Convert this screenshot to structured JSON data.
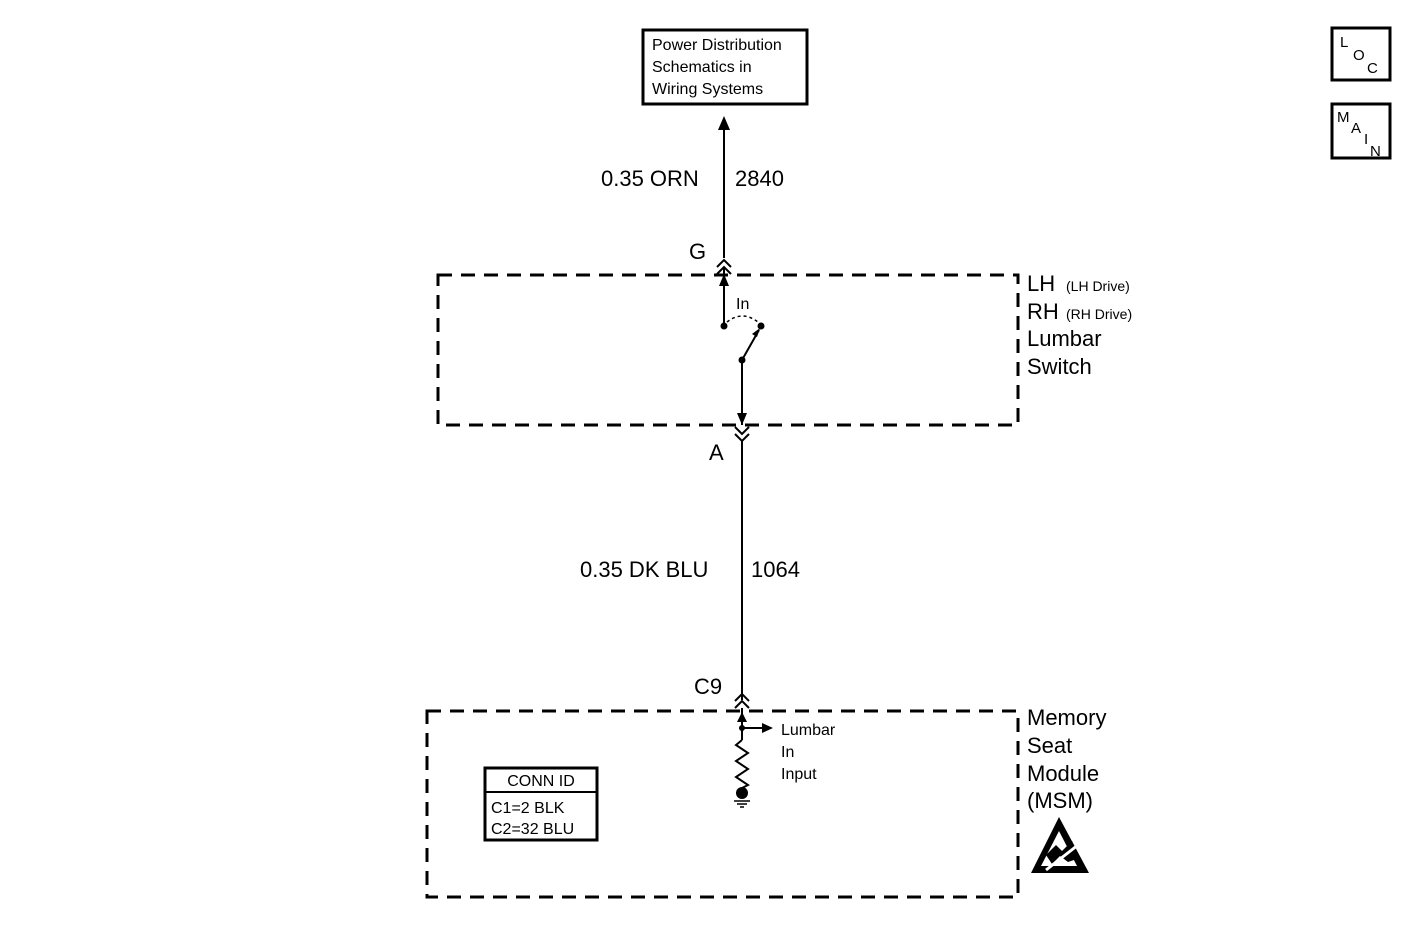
{
  "power_distribution": {
    "line1": "Power Distribution",
    "line2": "Schematics in",
    "line3": "Wiring Systems"
  },
  "nav": {
    "loc": {
      "l": "L",
      "o": "O",
      "c": "C"
    },
    "main": {
      "m": "M",
      "a": "A",
      "i": "I",
      "n": "N"
    }
  },
  "wires": {
    "top": {
      "gauge_color": "0.35 ORN",
      "circuit": "2840"
    },
    "bottom": {
      "gauge_color": "0.35 DK BLU",
      "circuit": "1064"
    }
  },
  "terminals": {
    "g": "G",
    "a": "A",
    "c9": "C9"
  },
  "switch": {
    "position_label": "In",
    "lh": "LH",
    "lh_note": "(LH Drive)",
    "rh": "RH",
    "rh_note": "(RH Drive)",
    "name1": "Lumbar",
    "name2": "Switch"
  },
  "module": {
    "input1": "Lumbar",
    "input2": "In",
    "input3": "Input",
    "name1": "Memory",
    "name2": "Seat",
    "name3": "Module",
    "name4": "(MSM)"
  },
  "conn_id": {
    "title": "CONN ID",
    "row1": "C1=2 BLK",
    "row2": "C2=32 BLU"
  },
  "esd_icon": "esd-warning-icon"
}
